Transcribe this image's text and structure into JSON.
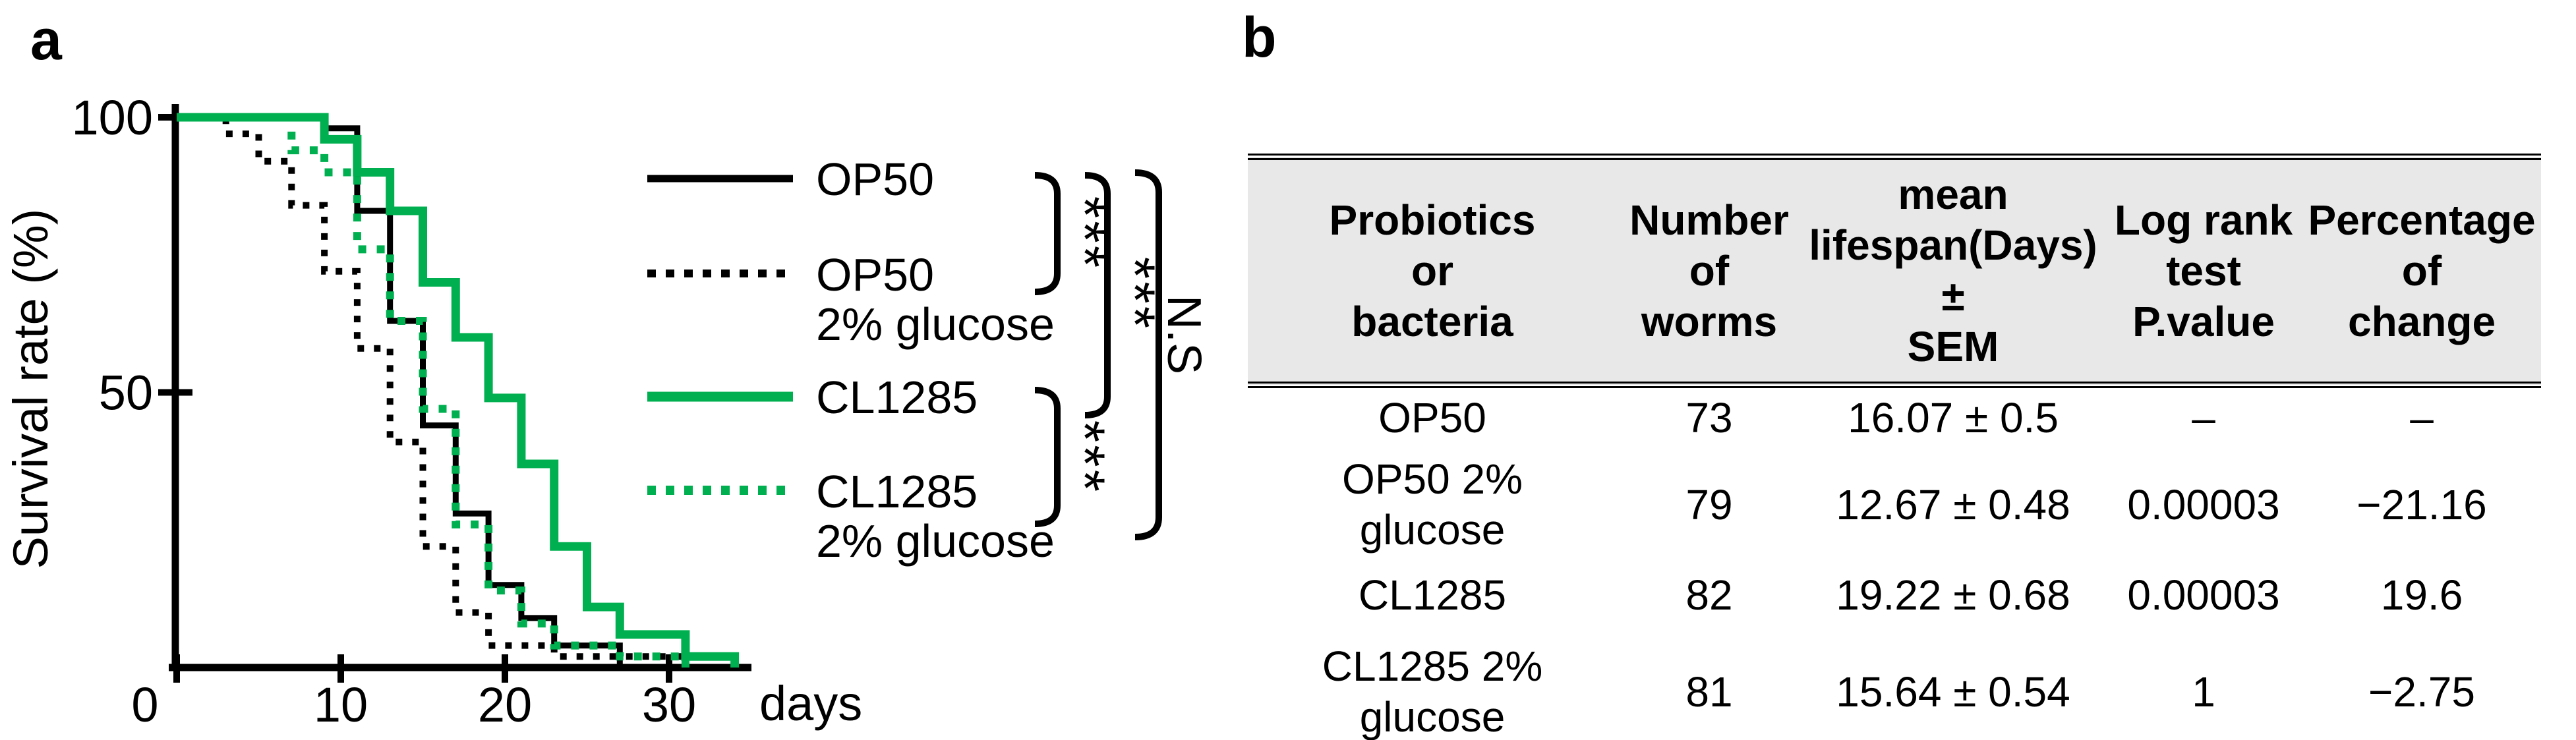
{
  "panel_a": {
    "label": "a",
    "legend": [
      {
        "series_index": 0,
        "lines": [
          "OP50"
        ]
      },
      {
        "series_index": 1,
        "lines": [
          "OP50",
          "2% glucose"
        ]
      },
      {
        "series_index": 2,
        "lines": [
          "CL1285"
        ]
      },
      {
        "series_index": 3,
        "lines": [
          "CL1285",
          "2% glucose"
        ]
      }
    ],
    "significance": {
      "comparisons": [
        {
          "pair": "OP50 vs OP50 2% glucose",
          "label": "***"
        },
        {
          "pair": "OP50 vs CL1285",
          "label": "***"
        },
        {
          "pair": "CL1285 vs CL1285 2% glucose",
          "label": "***"
        },
        {
          "pair": "OP50 vs CL1285 2% glucose",
          "label": "N.S"
        }
      ]
    }
  },
  "chart_data": {
    "type": "line",
    "subtype": "kaplan-meier-step-survival",
    "title": "",
    "xlabel": "days",
    "ylabel": "Survival rate (%)",
    "xlim": [
      0,
      35
    ],
    "ylim": [
      0,
      100
    ],
    "x_ticks": [
      0,
      10,
      20,
      30
    ],
    "y_ticks": [
      100,
      50
    ],
    "grid": false,
    "legend_position": "right",
    "colors": {
      "black_series": "#000000",
      "green_series": "#00b050"
    },
    "series": [
      {
        "name": "OP50",
        "color": "#000000",
        "line": "solid",
        "steps": [
          [
            0,
            100
          ],
          [
            9,
            98
          ],
          [
            11,
            83
          ],
          [
            13,
            63
          ],
          [
            15,
            44
          ],
          [
            17,
            28
          ],
          [
            19,
            15
          ],
          [
            21,
            9
          ],
          [
            23,
            4
          ],
          [
            27,
            0
          ]
        ]
      },
      {
        "name": "OP50 2% glucose",
        "color": "#000000",
        "line": "dotted",
        "steps": [
          [
            0,
            100
          ],
          [
            3,
            97
          ],
          [
            5,
            92
          ],
          [
            7,
            84
          ],
          [
            9,
            72
          ],
          [
            11,
            58
          ],
          [
            13,
            41
          ],
          [
            15,
            22
          ],
          [
            17,
            10
          ],
          [
            19,
            4
          ],
          [
            23,
            2
          ],
          [
            31,
            0
          ]
        ]
      },
      {
        "name": "CL1285",
        "color": "#00b050",
        "line": "solid",
        "steps": [
          [
            0,
            100
          ],
          [
            9,
            96
          ],
          [
            11,
            90
          ],
          [
            13,
            83
          ],
          [
            15,
            70
          ],
          [
            17,
            60
          ],
          [
            19,
            49
          ],
          [
            21,
            37
          ],
          [
            23,
            22
          ],
          [
            25,
            11
          ],
          [
            27,
            6
          ],
          [
            31,
            2
          ],
          [
            34,
            0
          ]
        ]
      },
      {
        "name": "CL1285 2% glucose",
        "color": "#00b050",
        "line": "dotted",
        "steps": [
          [
            0,
            100
          ],
          [
            7,
            94
          ],
          [
            9,
            90
          ],
          [
            11,
            76
          ],
          [
            13,
            63
          ],
          [
            15,
            47
          ],
          [
            17,
            26
          ],
          [
            19,
            14
          ],
          [
            21,
            8
          ],
          [
            23,
            4
          ],
          [
            27,
            2
          ],
          [
            31,
            0
          ]
        ]
      }
    ]
  },
  "panel_b": {
    "label": "b",
    "table": {
      "columns": [
        "Probiotics\nor\nbacteria",
        "Number\nof\nworms",
        "mean\nlifespan(Days) ±\nSEM",
        "Log rank\ntest\nP.value",
        "Percentage\nof\nchange"
      ],
      "rows": [
        {
          "cells": [
            "OP50",
            "73",
            "16.07 ± 0.5",
            "–",
            "–"
          ]
        },
        {
          "cells": [
            "OP50 2%\nglucose",
            "79",
            "12.67 ± 0.48",
            "0.00003",
            "−21.16"
          ]
        },
        {
          "cells": [
            "CL1285",
            "82",
            "19.22 ± 0.68",
            "0.00003",
            "19.6"
          ]
        },
        {
          "cells": [
            "CL1285 2%\nglucose",
            "81",
            "15.64 ± 0.54",
            "1",
            "−2.75"
          ]
        }
      ]
    }
  }
}
